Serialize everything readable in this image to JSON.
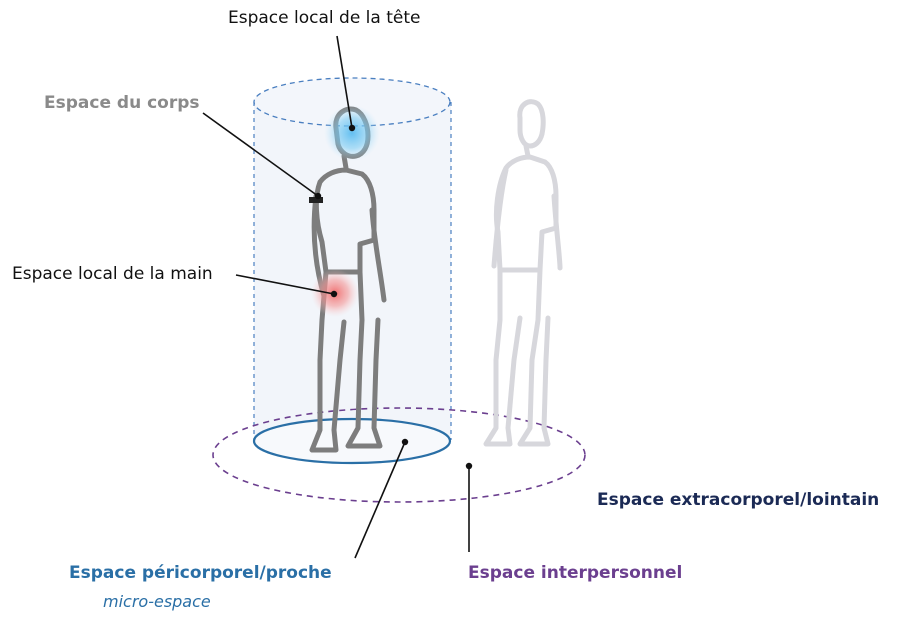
{
  "labels": {
    "head_space": "Espace local de la tête",
    "body_space": "Espace du corps",
    "hand_space": "Espace local de la main",
    "peripersonal": "Espace péricorporel/proche",
    "micro": "micro-espace",
    "interpersonal": "Espace interpersonnel",
    "extrapersonal": "Espace extracorporel/lointain"
  },
  "colors": {
    "head_label": "#111111",
    "body_label": "#8a8a8a",
    "peripersonal": "#2a6fa6",
    "interpersonal": "#6b3f8f",
    "extrapersonal": "#1b2a55",
    "head_glow": "#5bbcf0",
    "hand_glow": "#f06a6a",
    "figure": "#7d7d7d",
    "ghost_figure": "#d7d7dc"
  }
}
